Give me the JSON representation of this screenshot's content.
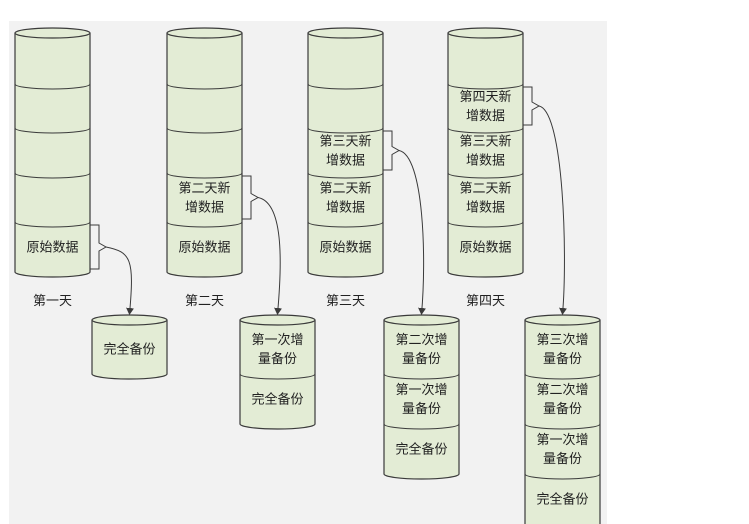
{
  "days": [
    {
      "label": "第一天",
      "stack": [
        "",
        "",
        "",
        "",
        "原始数据"
      ],
      "backup": [
        "完全备份"
      ]
    },
    {
      "label": "第二天",
      "stack": [
        "",
        "",
        "",
        "第二天新增数据",
        "原始数据"
      ],
      "backup": [
        "第一次增量备份",
        "完全备份"
      ]
    },
    {
      "label": "第三天",
      "stack": [
        "",
        "",
        "第三天新增数据",
        "第二天新增数据",
        "原始数据"
      ],
      "backup": [
        "第二次增量备份",
        "第一次增量备份",
        "完全备份"
      ]
    },
    {
      "label": "第四天",
      "stack": [
        "",
        "第四天新增数据",
        "第三天新增数据",
        "第二天新增数据",
        "原始数据"
      ],
      "backup": [
        "第三次增量备份",
        "第二次增量备份",
        "第一次增量备份",
        "完全备份"
      ]
    }
  ],
  "colors": {
    "fill": "#e3ecd5",
    "stroke": "#3a3a3a",
    "panel": "#f2f2f2"
  }
}
